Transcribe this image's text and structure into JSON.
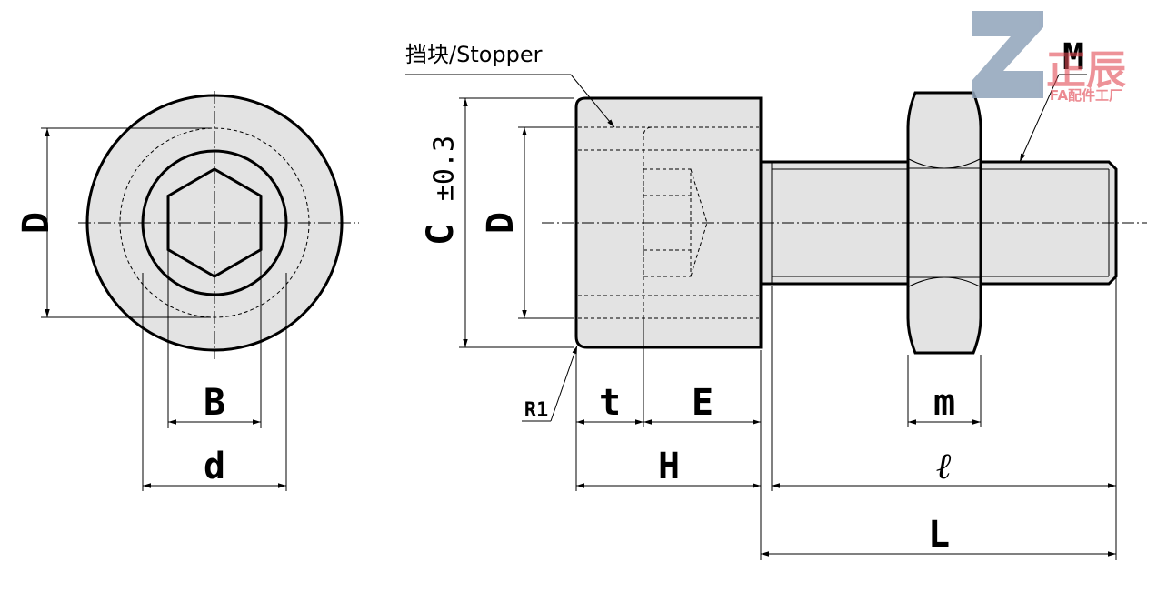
{
  "front_view": {
    "dim_D": "D",
    "dim_B": "B",
    "dim_d": "d"
  },
  "side_view": {
    "stopper_label": "挡块/Stopper",
    "dim_C": "C",
    "dim_C_tol": "±0.3",
    "dim_D": "D",
    "dim_R1": "R1",
    "dim_t": "t",
    "dim_E": "E",
    "dim_H": "H",
    "dim_m": "m",
    "dim_l": "ℓ",
    "dim_L": "L",
    "dim_M": "M"
  },
  "logo": {
    "brand_cn": "正辰",
    "brand_sub": "FA配件工厂",
    "colors": {
      "zi": "#8fa3ba",
      "text": "#e24a55"
    }
  }
}
